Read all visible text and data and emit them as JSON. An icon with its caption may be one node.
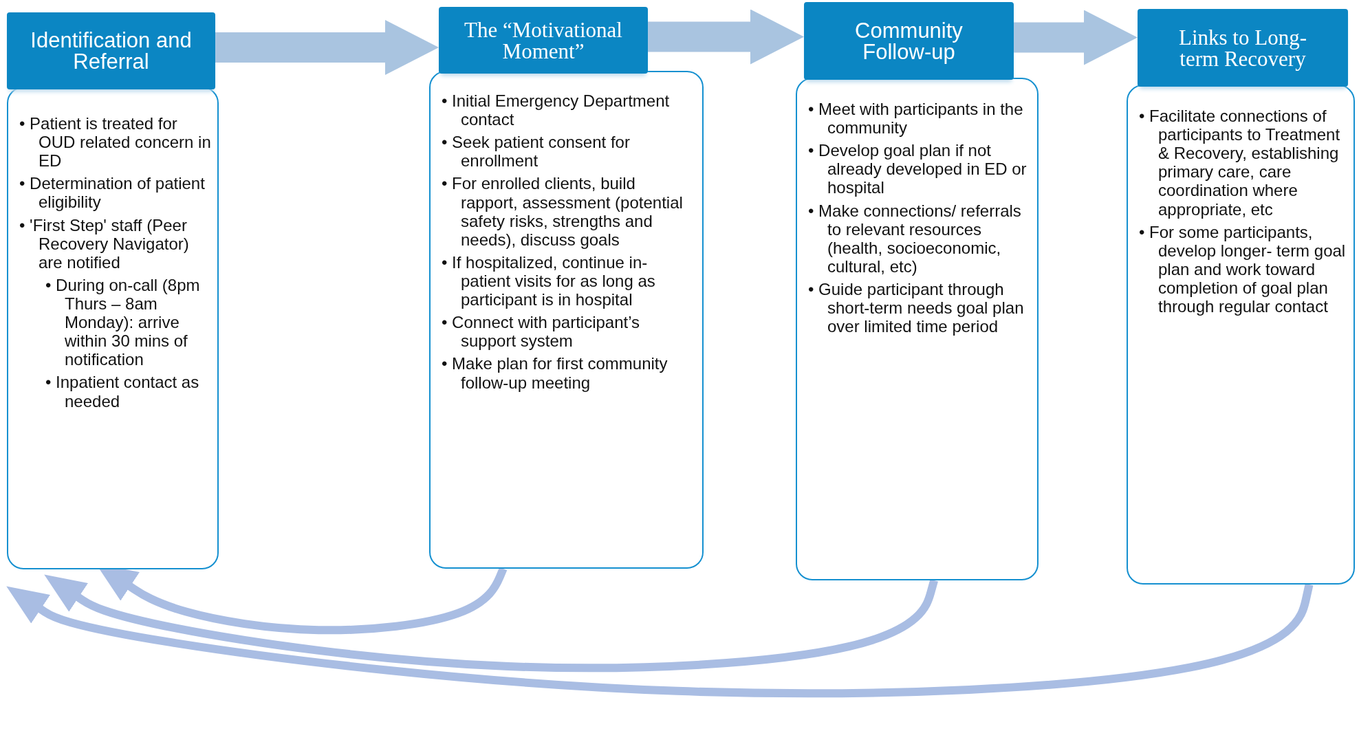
{
  "diagram": {
    "nodes": [
      {
        "text": [
          "Identification and Referral"
        ]
      },
      {
        "text": [
          "• Patient is treated for OUD related concern in ED",
          "• Determination of patient eligibility",
          "• 'First Step' staff (Peer Recovery Navigator) are notified",
          "• During on-call (8pm Thurs – 8am Monday): arrive within 30 mins of notification",
          "• Inpatient contact as needed"
        ]
      },
      {
        "text": [
          "The “Motivational Moment”"
        ]
      },
      {
        "text": [
          "• Initial Emergency Department contact",
          "• Seek patient consent for enrollment",
          "• For enrolled clients, build rapport, assessment (potential safety risks, strengths and needs), discuss goals",
          "• If hospitalized, continue in-patient visits for as long as participant is in hospital",
          "• Connect with participant’s support system",
          "• Make plan for first community follow-up meeting"
        ]
      },
      {
        "text": [
          "Community Follow-up"
        ]
      },
      {
        "text": [
          "• Meet with participants in the community",
          "• Develop goal plan if not already developed in ED or hospital",
          "• Make connections/ referrals to relevant resources (health, socioeconomic, cultural, etc)",
          "• Guide participant through short-term needs goal plan over limited time period"
        ]
      },
      {
        "text": [
          "Links to Long-term Recovery"
        ]
      },
      {
        "text": [
          "• Facilitate connections of participants to Treatment & Recovery, establishing primary care, care coordination where appropriate, etc",
          "• For some participants, develop longer- term goal plan and work toward completion of goal plan through regular contact"
        ]
      }
    ],
    "edges": [
      {
        "from": 0,
        "to": 2,
        "arrow": "to",
        "style": "thick"
      },
      {
        "from": 2,
        "to": 4,
        "arrow": "to",
        "style": "thick"
      },
      {
        "from": 4,
        "to": 6,
        "arrow": "to",
        "style": "thick"
      },
      {
        "from": 3,
        "to": 1,
        "arrow": "to"
      },
      {
        "from": 5,
        "to": 1,
        "arrow": "to"
      },
      {
        "from": 7,
        "to": 1,
        "arrow": "to"
      }
    ]
  }
}
